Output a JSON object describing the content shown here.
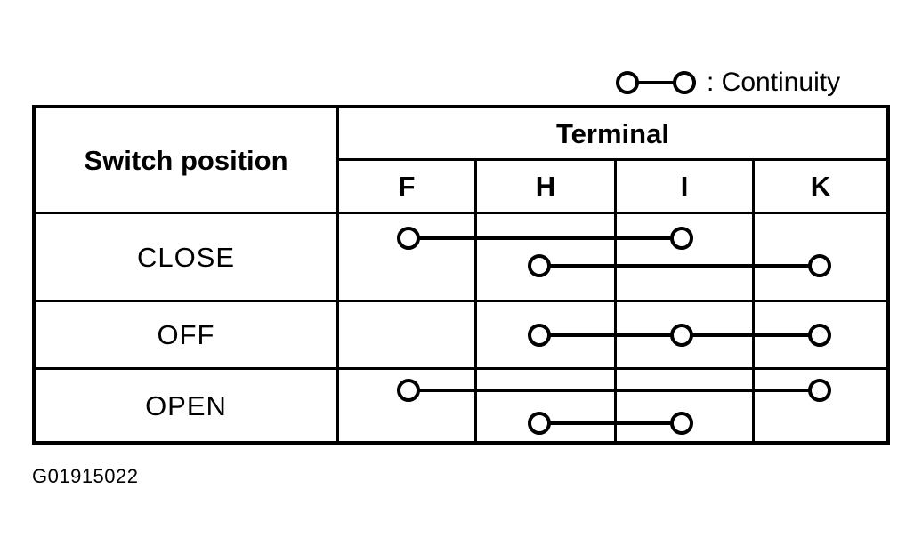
{
  "legend": {
    "symbol_name": "continuity-symbol",
    "text": ": Continuity"
  },
  "table": {
    "row_header_label": "Switch position",
    "group_header_label": "Terminal",
    "terminals": [
      "F",
      "H",
      "I",
      "K"
    ],
    "rows": [
      {
        "label": "CLOSE",
        "connections": [
          {
            "name": "close-f-i",
            "from": "F",
            "to": "I",
            "line": 0
          },
          {
            "name": "close-h-k",
            "from": "H",
            "to": "K",
            "line": 1
          }
        ]
      },
      {
        "label": "OFF",
        "connections": [
          {
            "name": "off-h-i-k",
            "from": "H",
            "to": "K",
            "line": 0
          }
        ]
      },
      {
        "label": "OPEN",
        "connections": [
          {
            "name": "open-f-k",
            "from": "F",
            "to": "K",
            "line": 0
          },
          {
            "name": "open-h-i",
            "from": "H",
            "to": "I",
            "line": 1
          }
        ]
      }
    ]
  },
  "caption": "G01915022",
  "colors": {
    "ink": "#000000",
    "paper": "#ffffff"
  }
}
